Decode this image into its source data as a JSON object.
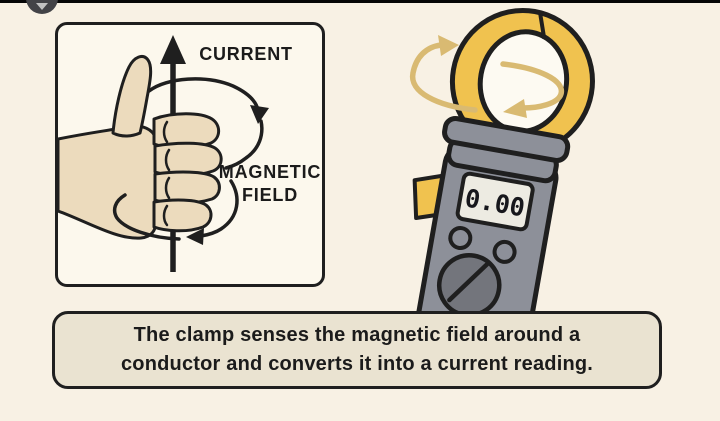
{
  "colors": {
    "background": "#f8f1e4",
    "panel_bg": "#fcf8ed",
    "caption_bg": "#eae3d1",
    "clamp_hole": "#fdfaf2",
    "outline": "#1f1f1f",
    "text": "#1b1b1b",
    "skin": "#ecdbbd",
    "clamp_yellow": "#f0c24f",
    "arrow_gold": "#d9ba72",
    "meter_gray": "#8d9099",
    "meter_dark": "#73757c",
    "display_bg": "#edebe2",
    "lcd_text": "#17171c",
    "top_bar": "#060606",
    "logo_gray": "#434347"
  },
  "icons": {
    "logo": "partial-dark-circle-logo",
    "rotation_arrows": "curved-rotation-arrows",
    "field_loops": "magnetic-field-loop-arrows",
    "current_arrow": "upward-current-arrow"
  },
  "diagram": {
    "hand_panel": {
      "current_label": "CURRENT",
      "magnetic_label_line1": "MAGNETIC",
      "magnetic_label_line2": "FIELD"
    },
    "clamp_meter": {
      "display_value": "0.00"
    },
    "caption": {
      "line1": "The clamp senses the magnetic field around a",
      "line2": "conductor and converts it into a current reading."
    }
  }
}
